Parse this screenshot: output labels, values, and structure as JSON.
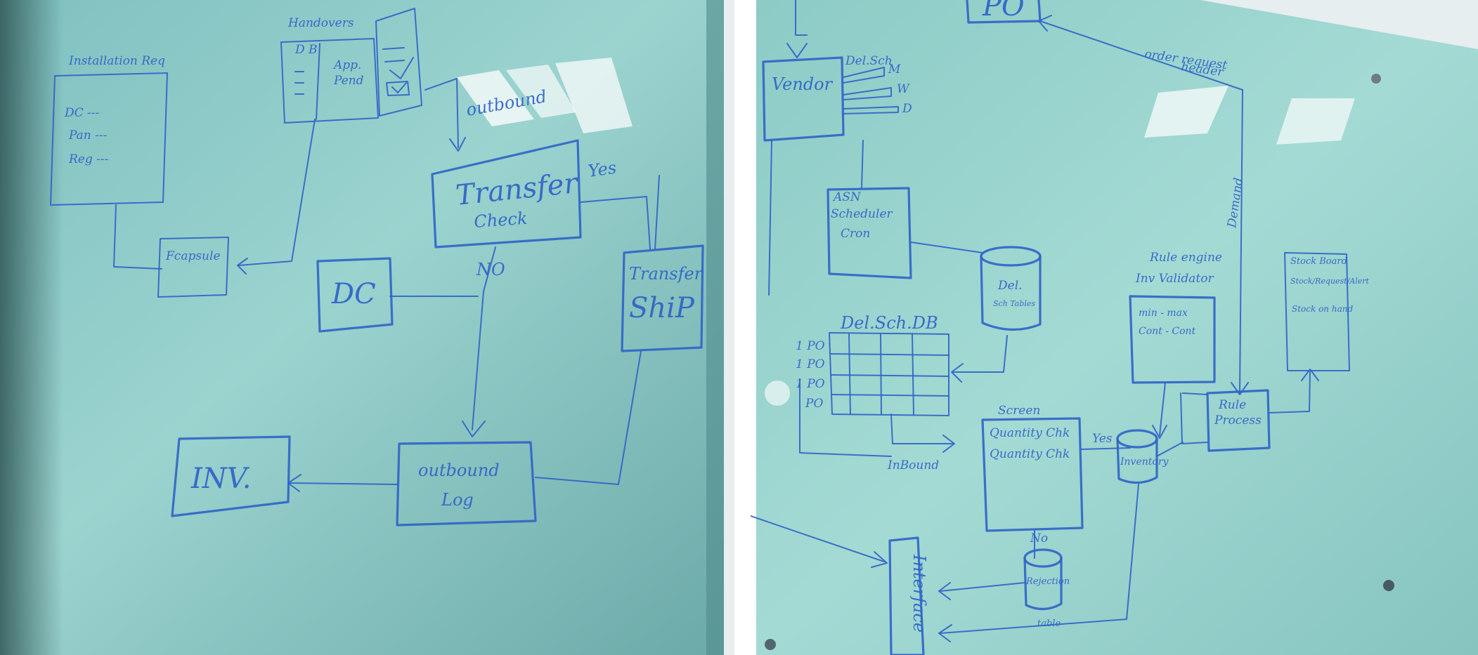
{
  "left_board": {
    "installation_box": {
      "title": "Installation Req",
      "lines": [
        "DC ---",
        "Pan ---",
        "Reg ---"
      ]
    },
    "handover_box": {
      "title": "Handovers",
      "col1": "D B",
      "col2_lines": [
        "App.",
        "Pend"
      ]
    },
    "outbound_label": "outbound",
    "transfer_check": [
      "Transfer",
      "Check"
    ],
    "yes_label": "Yes",
    "no_label": "NO",
    "dc_box": "DC",
    "transfer_ship": [
      "Transfer",
      "ShiP"
    ],
    "small_box": "Fcapsule",
    "outbound_log": [
      "outbound",
      "Log"
    ],
    "inv_box": "INV."
  },
  "right_board": {
    "po_box": "PO",
    "vendor_box": "Vendor",
    "del_sch_label": "Del.Sch",
    "freq_labels": [
      "M",
      "W",
      "D"
    ],
    "order_request_label": "order request",
    "order_request_sub": "header",
    "demand_label": "Demand",
    "asn_box": [
      "ASN",
      "Scheduler",
      "Cron"
    ],
    "del_sch_tables": [
      "Del.",
      "Sch Tables"
    ],
    "del_sch_db_title": "Del.Sch.DB",
    "db_rows": [
      "1 PO",
      "1 PO",
      "1 PO",
      "PO"
    ],
    "inbound_label": "InBound",
    "screen_box": {
      "title": "Screen",
      "lines": [
        "Quantity Chk",
        "Quantity Chk"
      ]
    },
    "yes_label": "Yes",
    "no_label": "No",
    "rule_engine_title": "Rule engine",
    "inv_validator": {
      "title": "Inv Validator",
      "lines": [
        "min - max",
        "Cont - Cont"
      ]
    },
    "inventory_cyl": "Inventory",
    "rule_process": [
      "Rule",
      "Process"
    ],
    "stock_box": {
      "title": "Stock Board",
      "lines": [
        "Stock/Request/Alert",
        "Stock on hand"
      ]
    },
    "rejection_cyl": [
      "Rejection",
      "table"
    ],
    "interface_vertical": "Interface"
  }
}
